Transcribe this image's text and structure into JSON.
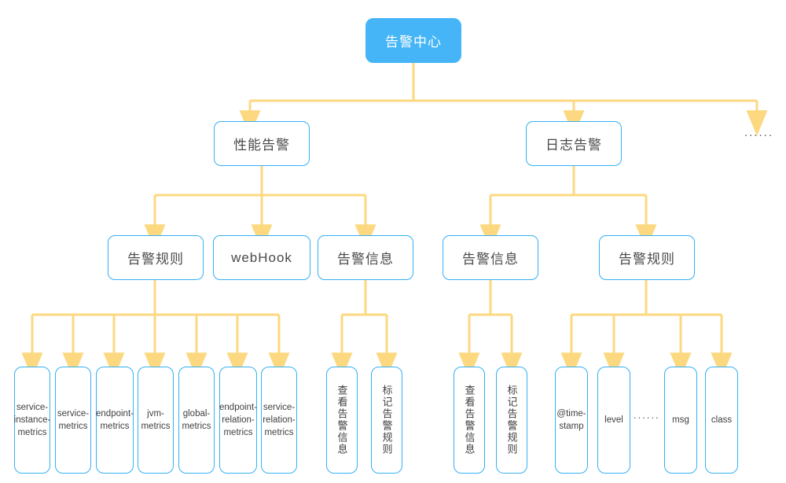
{
  "diagram": {
    "title": "告警中心",
    "type": "tree",
    "colors": {
      "root_fill": "#45b5f7",
      "root_text": "#ffffff",
      "node_border": "#35b0f4",
      "node_fill": "#ffffff",
      "node_text": "#4a4a4a",
      "edge": "#fcd980",
      "ellipsis_text": "#555b60",
      "background": "#ffffff"
    },
    "root": {
      "label": "告警中心"
    },
    "level2": [
      {
        "label": "性能告警"
      },
      {
        "label": "日志告警"
      },
      {
        "label": "......",
        "is_ellipsis": true
      }
    ],
    "level3": {
      "performance": [
        {
          "label": "告警规则"
        },
        {
          "label": "webHook"
        },
        {
          "label": "告警信息"
        }
      ],
      "log": [
        {
          "label": "告警信息"
        },
        {
          "label": "告警规则"
        }
      ]
    },
    "leaves": {
      "performance_rules": [
        {
          "label": "service-instance-metrics",
          "lines": [
            "service-",
            "instance-",
            "metrics"
          ]
        },
        {
          "label": "service-metrics",
          "lines": [
            "service-",
            "metrics"
          ]
        },
        {
          "label": "endpoint-metrics",
          "lines": [
            "endpoint-",
            "metrics"
          ]
        },
        {
          "label": "jvm-metrics",
          "lines": [
            "jvm-",
            "metrics"
          ]
        },
        {
          "label": "global-metrics",
          "lines": [
            "global-",
            "metrics"
          ]
        },
        {
          "label": "endpoint-relation-metrics",
          "lines": [
            "endpoint-",
            "relation-",
            "metrics"
          ]
        },
        {
          "label": "service-relation-metrics",
          "lines": [
            "service-",
            "relation-",
            "metrics"
          ]
        }
      ],
      "performance_messages": [
        {
          "label": "查看告警信息"
        },
        {
          "label": "标记告警规则"
        }
      ],
      "log_messages": [
        {
          "label": "查看告警信息"
        },
        {
          "label": "标记告警规则"
        }
      ],
      "log_rules": [
        {
          "label": "@timestamp",
          "lines": [
            "@time-",
            "stamp"
          ]
        },
        {
          "label": "level",
          "lines": [
            "level"
          ]
        },
        {
          "label": "......",
          "is_ellipsis": true
        },
        {
          "label": "msg",
          "lines": [
            "msg"
          ]
        },
        {
          "label": "class",
          "lines": [
            "class"
          ]
        }
      ]
    }
  }
}
